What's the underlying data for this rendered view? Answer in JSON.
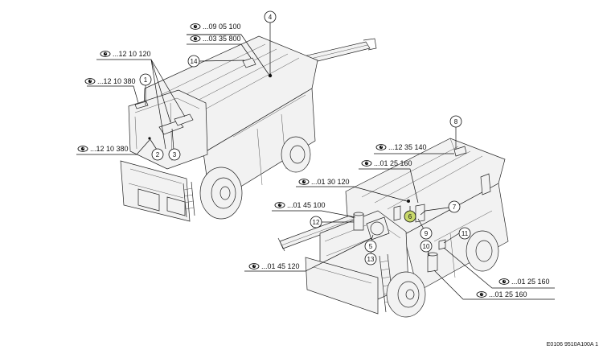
{
  "callouts": [
    {
      "id": "1",
      "highlight": false
    },
    {
      "id": "2",
      "highlight": false
    },
    {
      "id": "3",
      "highlight": false
    },
    {
      "id": "4",
      "highlight": false
    },
    {
      "id": "5",
      "highlight": false
    },
    {
      "id": "6",
      "highlight": true
    },
    {
      "id": "7",
      "highlight": false
    },
    {
      "id": "8",
      "highlight": false
    },
    {
      "id": "9",
      "highlight": false
    },
    {
      "id": "10",
      "highlight": false
    },
    {
      "id": "11",
      "highlight": false
    },
    {
      "id": "12",
      "highlight": false
    },
    {
      "id": "13",
      "highlight": false
    },
    {
      "id": "14",
      "highlight": false
    }
  ],
  "references": [
    {
      "text": "...09 05 100",
      "icon": "eye-icon"
    },
    {
      "text": "...03 35 800",
      "icon": "eye-icon"
    },
    {
      "text": "...12 10 120",
      "icon": "eye-icon"
    },
    {
      "text": "...12 10 380",
      "icon": "eye-icon"
    },
    {
      "text": "...12 10 380",
      "icon": "eye-icon"
    },
    {
      "text": "...12 35 140",
      "icon": "eye-icon"
    },
    {
      "text": "...01 25 160",
      "icon": "eye-icon"
    },
    {
      "text": "...01 30 120",
      "icon": "eye-icon"
    },
    {
      "text": "...01 45 100",
      "icon": "eye-icon"
    },
    {
      "text": "...01 45 120",
      "icon": "eye-icon"
    },
    {
      "text": "...01 25 160",
      "icon": "eye-icon"
    },
    {
      "text": "...01 25 160",
      "icon": "eye-icon"
    }
  ],
  "figure_code": "E0106 9510A100A 1",
  "colors": {
    "line": "#222222",
    "highlight": "#c8d86a"
  }
}
